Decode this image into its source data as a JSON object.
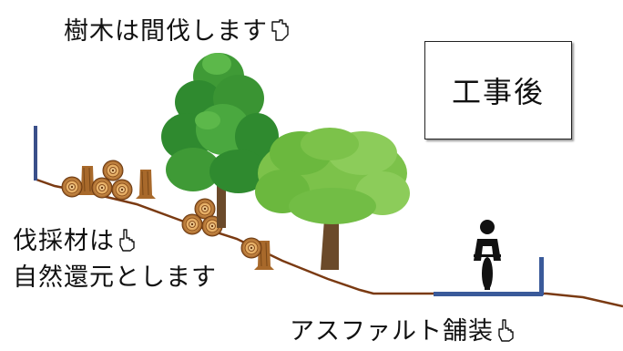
{
  "labels": {
    "thinning": "樹木は間伐します",
    "felled_line1": "伐採材は",
    "felled_line2": "自然還元とします",
    "asphalt": "アスファルト舗装",
    "after": "工事後"
  },
  "icons": {
    "pointer": "pointing-hand-icon",
    "cyclist": "cyclist-icon"
  },
  "colors": {
    "ground": "#7a3a12",
    "post": "#3a4f8a",
    "pavement": "#3a5a9a",
    "log_outer": "#b8712e",
    "log_inner": "#f0c98a",
    "canopy_dark": "#2f8a2f",
    "canopy_mid": "#4aa83f",
    "canopy_light": "#7cc24a",
    "trunk": "#6b4a2a"
  }
}
